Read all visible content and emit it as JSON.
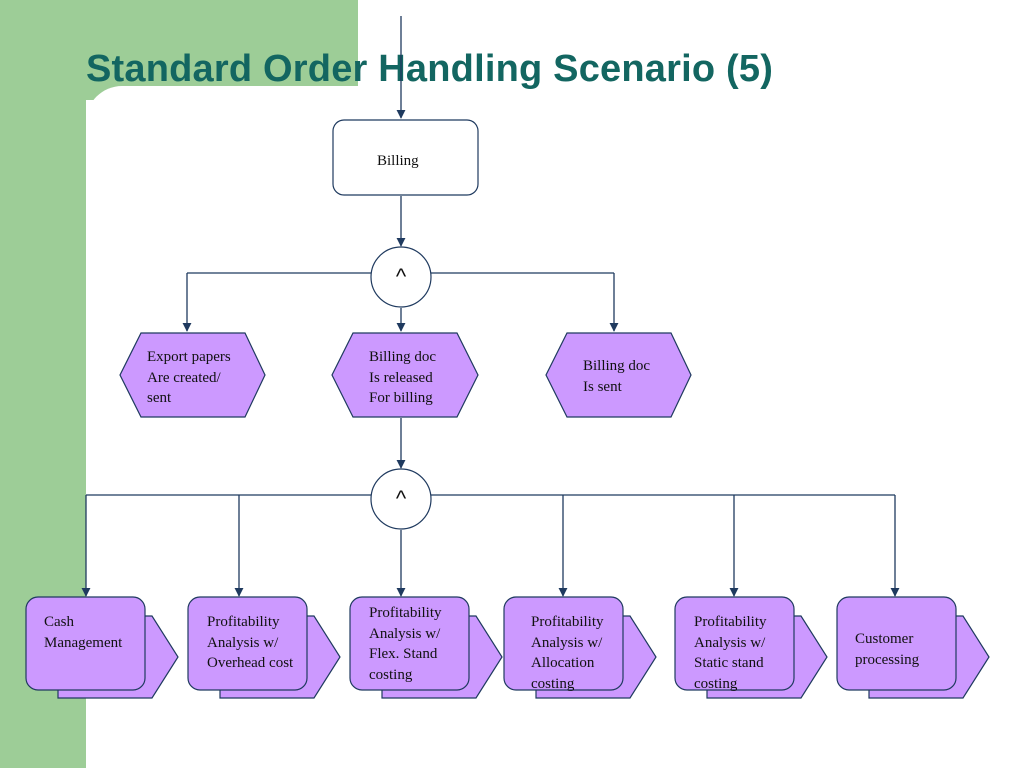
{
  "title": "Standard Order Handling Scenario (5)",
  "colors": {
    "background_accent": "#9dcd97",
    "title": "#136661",
    "event_fill": "#cc99ff",
    "function_fill": "#cc99ff",
    "connector_line": "#1f3a5f"
  },
  "nodes": {
    "billing": {
      "label": "Billing",
      "type": "function"
    },
    "connector_top": {
      "label": "^",
      "type": "and-connector"
    },
    "export_papers": {
      "label": "Export papers\nAre created/\nsent",
      "type": "event"
    },
    "billing_doc_released": {
      "label": "Billing doc\nIs released\nFor billing",
      "type": "event"
    },
    "billing_doc_sent": {
      "label": "Billing doc\nIs sent",
      "type": "event"
    },
    "connector_bottom": {
      "label": "^",
      "type": "and-connector"
    },
    "cash_management": {
      "label": "Cash\nManagement",
      "type": "process-interface"
    },
    "profit_overhead": {
      "label": "Profitability\nAnalysis w/\nOverhead cost",
      "type": "process-interface"
    },
    "profit_flex": {
      "label": "Profitability\nAnalysis w/\nFlex. Stand\ncosting",
      "type": "process-interface"
    },
    "profit_allocation": {
      "label": "Profitability\nAnalysis w/\nAllocation\ncosting",
      "type": "process-interface"
    },
    "profit_static": {
      "label": "Profitability\nAnalysis w/\nStatic stand\ncosting",
      "type": "process-interface"
    },
    "customer_processing": {
      "label": "Customer\nprocessing",
      "type": "process-interface"
    }
  }
}
